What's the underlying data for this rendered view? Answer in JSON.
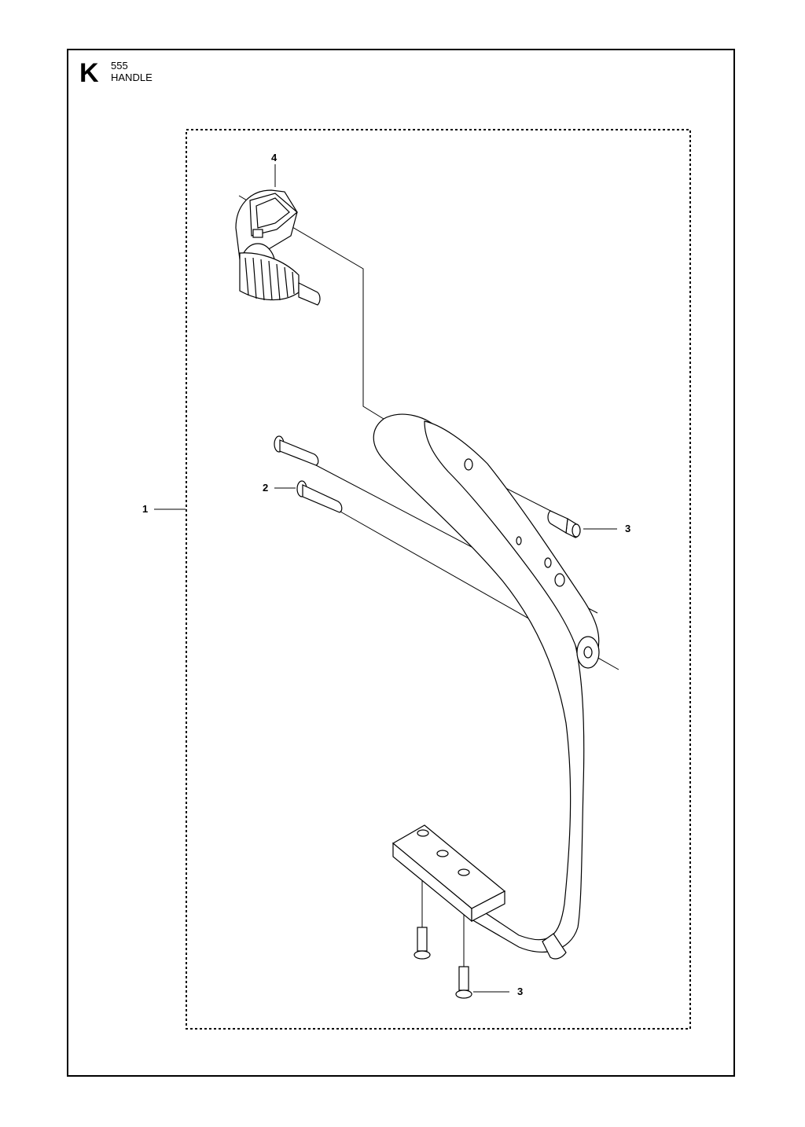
{
  "header": {
    "section_letter": "K",
    "model": "555",
    "title": "HANDLE"
  },
  "callouts": [
    {
      "id": "callout-4",
      "label": "4"
    },
    {
      "id": "callout-2",
      "label": "2"
    },
    {
      "id": "callout-1",
      "label": "1"
    },
    {
      "id": "callout-3-top",
      "label": "3"
    },
    {
      "id": "callout-3-bottom",
      "label": "3"
    }
  ]
}
